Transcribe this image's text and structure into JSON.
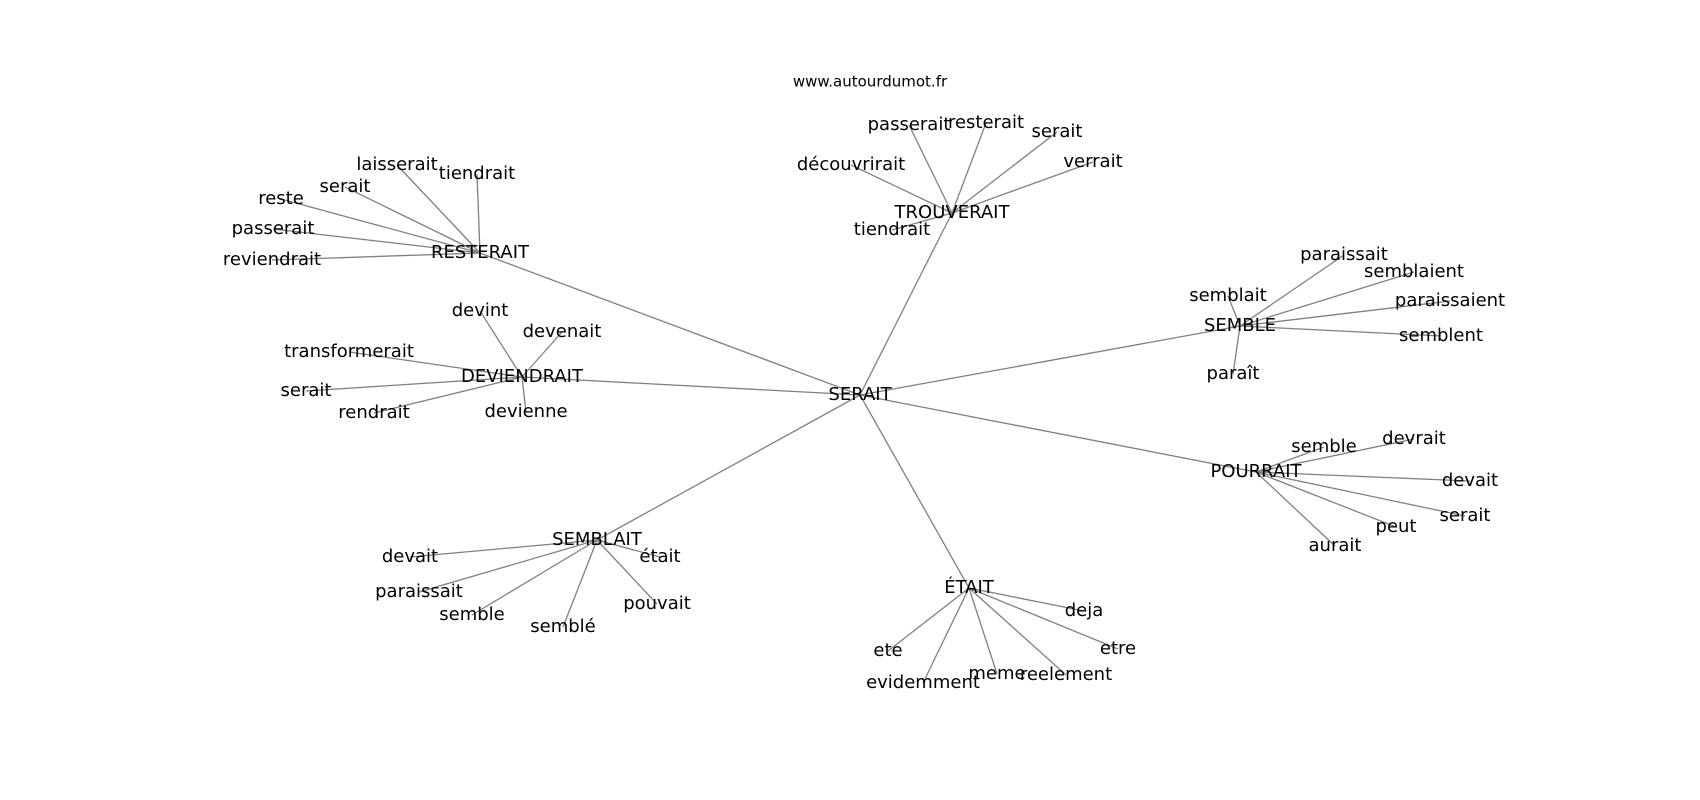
{
  "site": "www.autourdumot.fr",
  "colors": {
    "edge": "#808080",
    "text": "#000000",
    "background": "#ffffff"
  },
  "graph": {
    "center": "SERAIT",
    "clusters": [
      {
        "hub": "RESTERAIT",
        "leaves": [
          "laisserait",
          "tiendrait",
          "serait",
          "reste",
          "passerait",
          "reviendrait"
        ]
      },
      {
        "hub": "TROUVERAIT",
        "leaves": [
          "passerait",
          "resterait",
          "serait",
          "verrait",
          "découvrirait",
          "tiendrait"
        ]
      },
      {
        "hub": "DEVIENDRAIT",
        "leaves": [
          "devint",
          "devenait",
          "transformerait",
          "serait",
          "rendrait",
          "devienne"
        ]
      },
      {
        "hub": "SEMBLE",
        "leaves": [
          "paraissait",
          "semblaient",
          "semblait",
          "paraissaient",
          "semblent",
          "paraît"
        ]
      },
      {
        "hub": "POURRAIT",
        "leaves": [
          "semble",
          "devrait",
          "devait",
          "serait",
          "peut",
          "aurait"
        ]
      },
      {
        "hub": "SEMBLAIT",
        "leaves": [
          "devait",
          "était",
          "paraissait",
          "pouvait",
          "semble",
          "semblé"
        ]
      },
      {
        "hub": "ÉTAIT",
        "leaves": [
          "deja",
          "ete",
          "etre",
          "evidemment",
          "meme",
          "reelement"
        ]
      }
    ]
  }
}
